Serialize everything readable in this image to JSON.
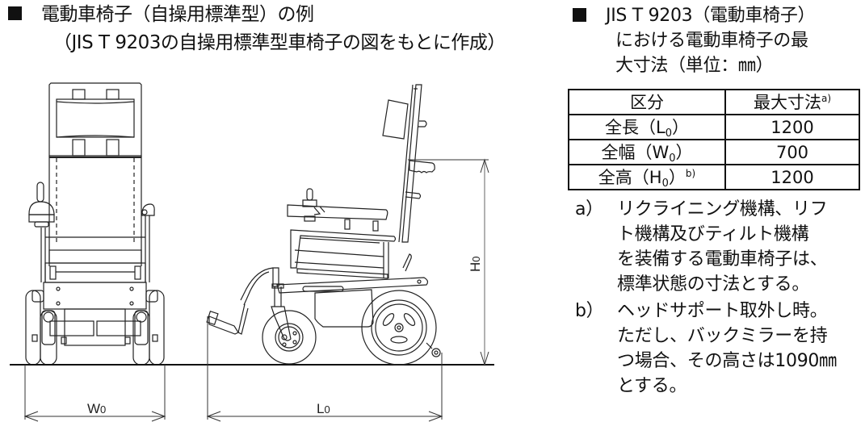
{
  "left_panel": {
    "title": "電動車椅子（自操用標準型）の例",
    "subtitle": "（JIS T 9203の自操用標準型車椅子の図をもとに作成）",
    "front_view": {
      "description": "front view of power wheelchair",
      "dimension_label": "W",
      "dimension_sub": "0"
    },
    "side_view": {
      "description": "side view of power wheelchair",
      "length_label": "L",
      "length_sub": "0",
      "height_label": "H",
      "height_sub": "0"
    }
  },
  "right_panel": {
    "title_line1": "JIS T 9203（電動車椅子）",
    "title_line2": "における電動車椅子の最",
    "title_line3": "大寸法（単位：㎜）",
    "table": {
      "headers": [
        "区分",
        "最大寸法"
      ],
      "header_note": "a)",
      "rows": [
        {
          "label": "全長（L",
          "sub": "0",
          "close": "）",
          "note": "",
          "value": "1200"
        },
        {
          "label": "全幅（W",
          "sub": "0",
          "close": "）",
          "note": "",
          "value": "700"
        },
        {
          "label": "全高（H",
          "sub": "0",
          "close": "）",
          "note": "b)",
          "value": "1200"
        }
      ]
    },
    "notes": [
      {
        "label": "a）",
        "lines": [
          "リクライニング機構、リフ",
          "ト機構及びティルト機構",
          "を装備する電動車椅子は、",
          "標準状態の寸法とする。"
        ]
      },
      {
        "label": "b）",
        "lines": [
          "ヘッドサポート取外し時。",
          "ただし、バックミラーを持",
          "つ場合、その高さは1090㎜",
          "とする。"
        ]
      }
    ]
  }
}
